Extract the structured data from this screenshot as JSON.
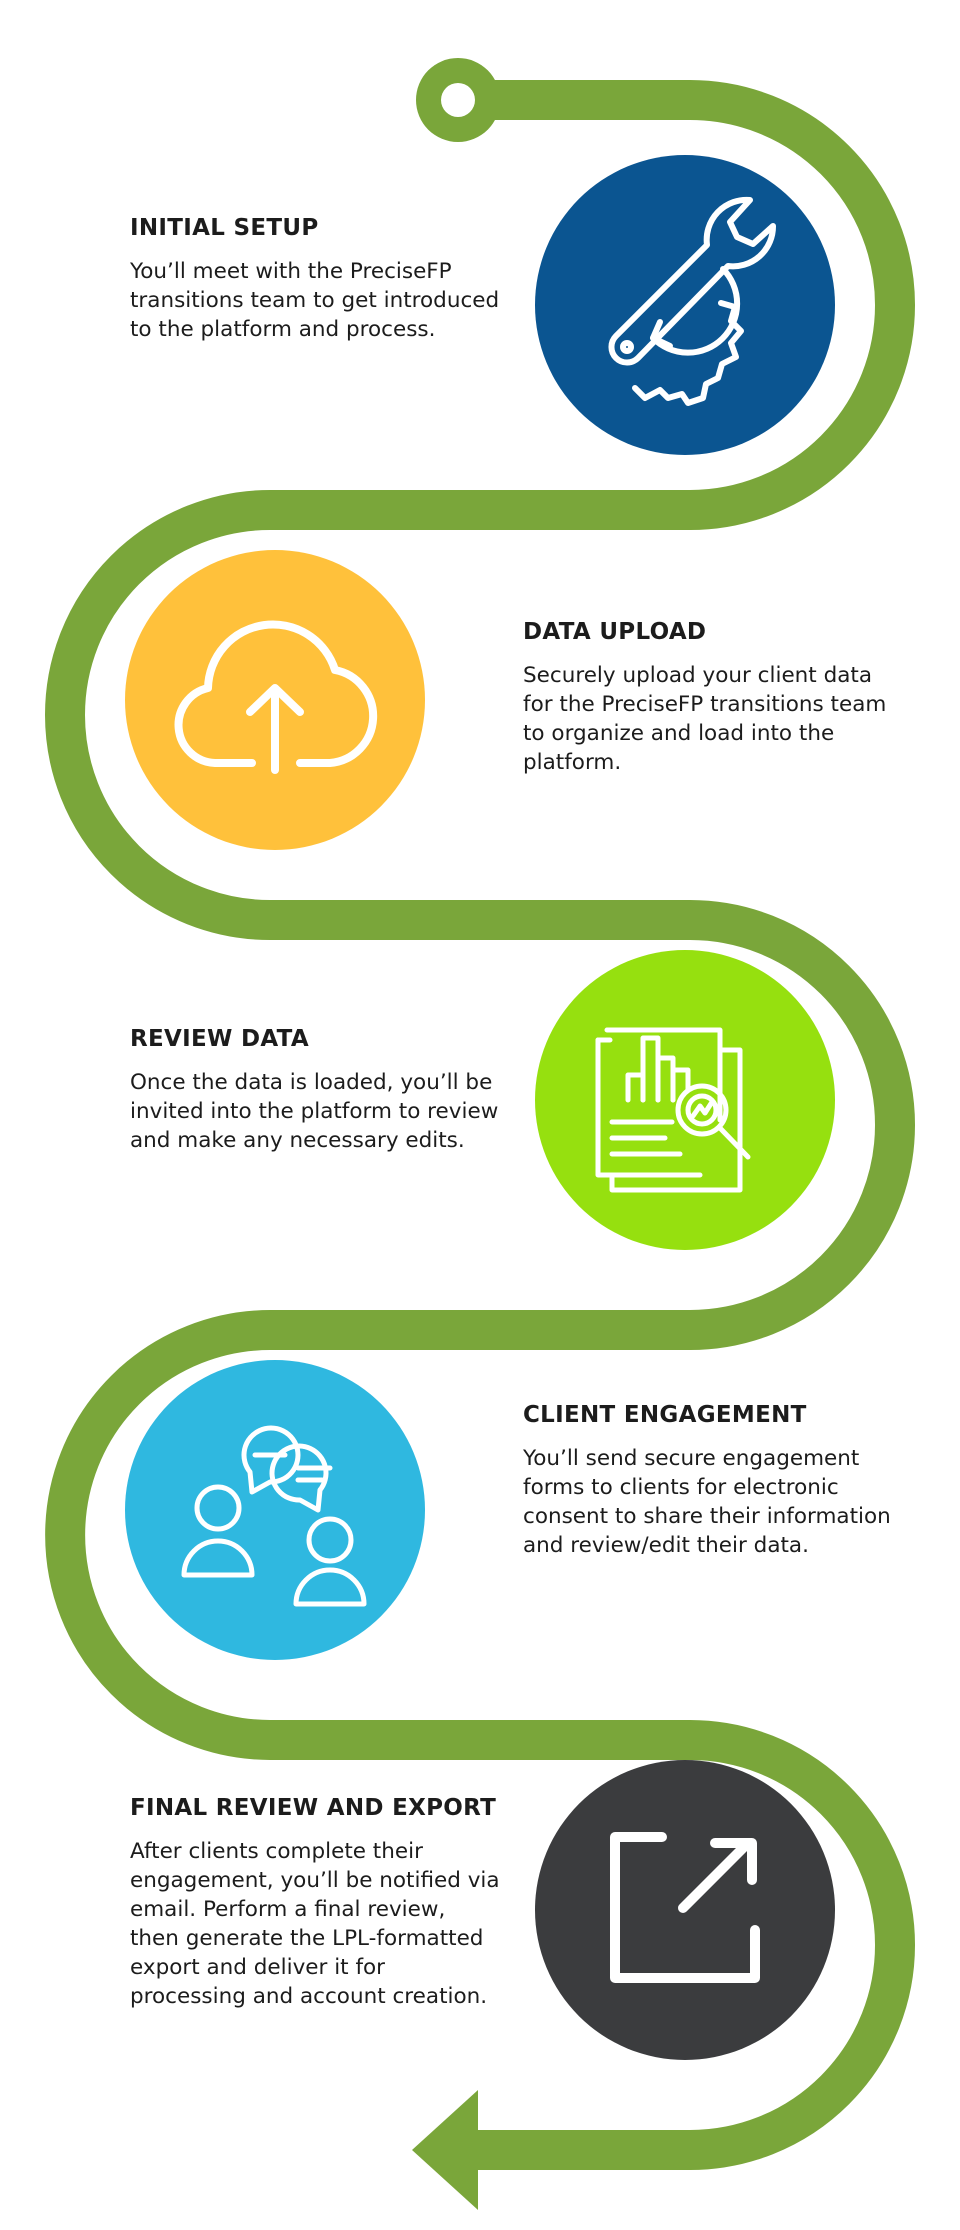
{
  "colors": {
    "path": "#7aa63a",
    "setup": "#0b5591",
    "upload": "#ffc13b",
    "review": "#96e00f",
    "engagement": "#2fb8e0",
    "export": "#3b3c3e",
    "text": "#1c1c1c"
  },
  "steps": [
    {
      "icon": "wrench-gear-icon",
      "title": "INITIAL SETUP",
      "body": "You’ll meet with the PreciseFP transitions team to get introduced to the platform and process."
    },
    {
      "icon": "cloud-upload-icon",
      "title": "DATA UPLOAD",
      "body": "Securely upload your client data for the PreciseFP transitions team to organize and load into the platform."
    },
    {
      "icon": "document-chart-magnifier-icon",
      "title": "REVIEW DATA",
      "body": "Once the data is loaded, you’ll be invited into the platform to review and make any necessary edits."
    },
    {
      "icon": "users-chat-icon",
      "title": "CLIENT ENGAGEMENT",
      "body": "You’ll send secure engagement forms to clients for electronic consent to share their information and review/edit their data."
    },
    {
      "icon": "external-link-icon",
      "title": "FINAL REVIEW AND EXPORT",
      "body": "After clients complete their engagement, you’ll be notified via email. Perform a final review, then generate the LPL-formatted export and deliver it for processing and account creation."
    }
  ]
}
